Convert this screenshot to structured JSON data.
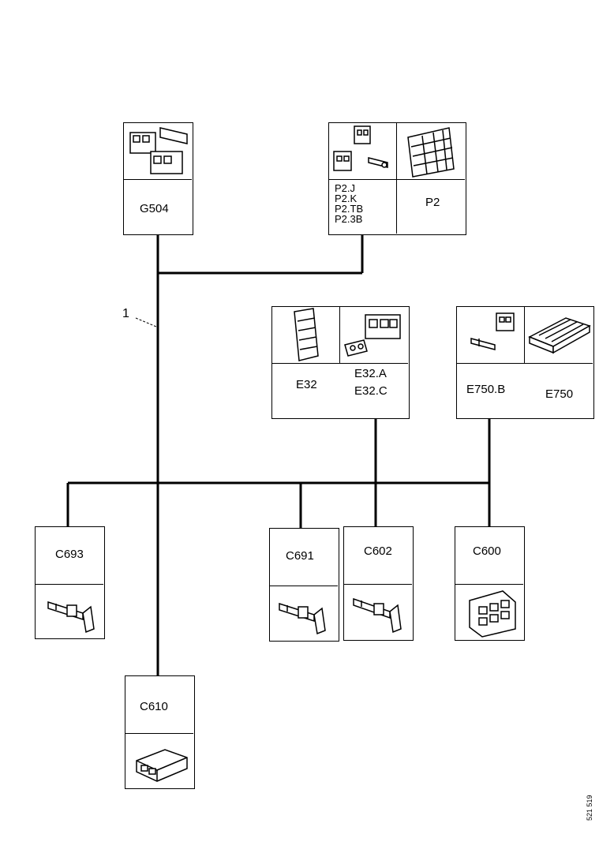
{
  "callout": "1",
  "doc_number": "521 519",
  "connectors": {
    "g504": {
      "label": "G504",
      "icon": "connector-housing-icon"
    },
    "p2_group": {
      "labels": [
        "P2.J",
        "P2.K",
        "P2.TB",
        "P2.3B"
      ],
      "icon": "connector-terminal-icon"
    },
    "p2": {
      "label": "P2",
      "icon": "fuse-box-icon"
    },
    "e32": {
      "label": "E32",
      "icon": "connector-housing-icon"
    },
    "e32_ac": {
      "labels": [
        "E32.A",
        "E32.C"
      ],
      "icon": "connector-housing-icon"
    },
    "e750b": {
      "label": "E750.B",
      "icon": "connector-terminal-icon"
    },
    "e750": {
      "label": "E750",
      "icon": "control-module-icon"
    },
    "c693": {
      "label": "C693",
      "icon": "terminal-pin-icon"
    },
    "c691": {
      "label": "C691",
      "icon": "terminal-pin-icon"
    },
    "c602": {
      "label": "C602",
      "icon": "terminal-pin-icon"
    },
    "c600": {
      "label": "C600",
      "icon": "connector-housing-icon"
    },
    "c610": {
      "label": "C610",
      "icon": "connector-housing-icon"
    }
  }
}
